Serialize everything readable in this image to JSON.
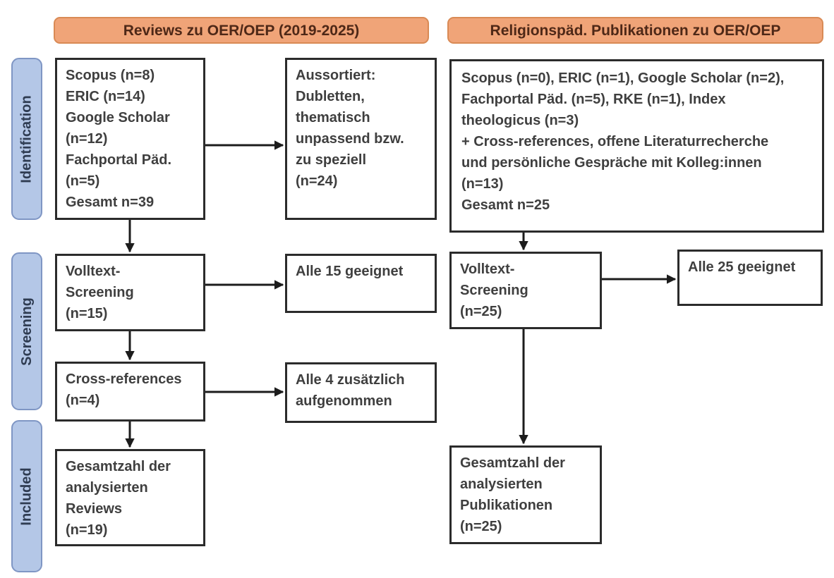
{
  "colors": {
    "header_fill": "#F0A478",
    "header_border": "#D98A55",
    "header_text": "#4E2817",
    "stage_fill": "#B4C7E7",
    "stage_border": "#7F96C4",
    "stage_text": "#2F3C52",
    "box_border": "#2B2B2B",
    "box_text": "#3F3F3F",
    "arrow": "#1C1C1C"
  },
  "headers": {
    "left": "Reviews zu OER/OEP (2019-2025)",
    "right": "Religionspäd. Publikationen zu OER/OEP"
  },
  "stages": {
    "identification": "Identification",
    "screening": "Screening",
    "included": "Included"
  },
  "left_column": {
    "sources": "Scopus (n=8)\nERIC (n=14)\nGoogle Scholar\n(n=12)\nFachportal Päd.\n(n=5)\nGesamt n=39",
    "sorted_out": "Aussortiert:\nDubletten,\nthematisch\nunpassend bzw.\nzu speziell\n(n=24)",
    "fulltext": "Volltext-\nScreening\n(n=15)",
    "eligible": "Alle 15 geeignet",
    "crossref": "Cross-references\n(n=4)",
    "crossref_added": "Alle 4 zusätzlich\naufgenommen",
    "total": "Gesamtzahl der\nanalysierten\nReviews\n(n=19)"
  },
  "right_column": {
    "sources": "Scopus (n=0), ERIC (n=1), Google Scholar (n=2),\nFachportal Päd. (n=5), RKE (n=1), Index\ntheologicus (n=3)\n+ Cross-references, offene Literaturrecherche\nund persönliche Gespräche mit Kolleg:innen\n(n=13)\nGesamt n=25",
    "fulltext": "Volltext-\nScreening\n(n=25)",
    "eligible": "Alle 25 geeignet",
    "total": "Gesamtzahl der\nanalysierten\nPublikationen\n(n=25)"
  }
}
